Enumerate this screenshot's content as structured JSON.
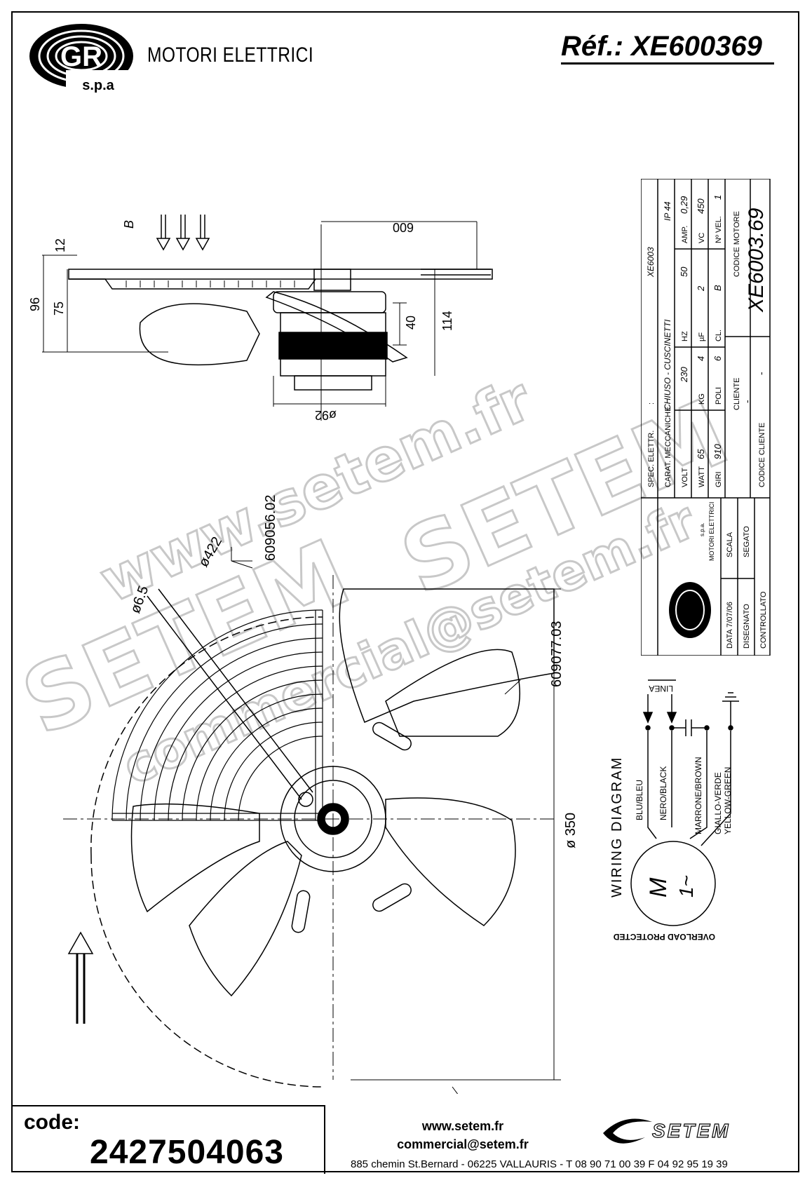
{
  "header": {
    "company_name": "MOTORI ELETTRICI",
    "logo_letters": "GR",
    "logo_suffix": "s.p.a",
    "reference": "Réf.: XE600369"
  },
  "side_view": {
    "arrow_label": "B",
    "dim_12": "12",
    "dim_96": "96",
    "dim_75": "75",
    "dim_600": "600",
    "dim_40": "40",
    "dim_114": "114",
    "dim_d92": "ø92"
  },
  "front_view": {
    "part_grid": "609056.02",
    "part_blade": "609077.03",
    "dim_d422": "ø422",
    "dim_d65": "ø6.5",
    "dim_d350": "ø 350"
  },
  "spec_table": {
    "spec_elettr_label": "SPEC. ELETTR.",
    "spec_elettr_sep": ":",
    "spec_elettr_value": "XE6003",
    "carat_label": "CARAT. MECCANICHE",
    "carat_value": "CHIUSO - CUSCINETTI",
    "ip": "IP 44",
    "volt_label": "VOLT",
    "volt": "230",
    "hz_label": "HZ",
    "hz": "50",
    "amp_label": "AMP.",
    "amp": "0,29",
    "watt_label": "WATT",
    "watt": "65",
    "kg_label": "KG",
    "kg": "4",
    "uf_label": "µF",
    "uf": "2",
    "vc_label": "VC",
    "vc": "450",
    "giri_label": "GIRI",
    "giri": "910",
    "poli_label": "POLI",
    "poli": "6",
    "cl_label": "CL.",
    "cl": "B",
    "vel_label": "Nº VEL.",
    "vel": "1",
    "cliente_label": "CLIENTE",
    "cliente": "-",
    "codice_cliente_label": "CODICE CLIENTE",
    "codice_cliente": "-",
    "codice_motore_label": "CODICE MOTORE",
    "codice_motore": "XE6003.69",
    "mini_logo_text": "MOTORI ELETTRICI",
    "mini_logo_suffix": "s.p.a.",
    "data_label": "DATA 7/07/06",
    "scala_label": "SCALA",
    "disegnato_label": "DISEGNATO",
    "disegnato": "SEGATO",
    "controllato_label": "CONTROLLATO"
  },
  "wiring": {
    "title": "WIRING DIAGRAM",
    "linea": "LINEA",
    "wire1a": "BLU/BLEU",
    "wire2a": "NERO/BLACK",
    "wire3a": "MARRONE/BROWN",
    "wire4a": "GIALLO-VERDE",
    "wire4b": "YELLOW-GREEN",
    "motor_m": "M",
    "motor_phase": "1~",
    "overload": "OVERLOAD PROTECTED"
  },
  "watermarks": {
    "url": "www.setem.fr",
    "brand": "SETEM",
    "email": "commercial@setem.fr"
  },
  "footer": {
    "code_label": "code:",
    "code_value": "2427504063",
    "website": "www.setem.fr",
    "email": "commercial@setem.fr",
    "address": "885 chemin St.Bernard  -  06225 VALLAURIS  -  T 08 90 71 00 39   F 04 92 95 19 39",
    "setem_logo_text": "SETEM"
  }
}
